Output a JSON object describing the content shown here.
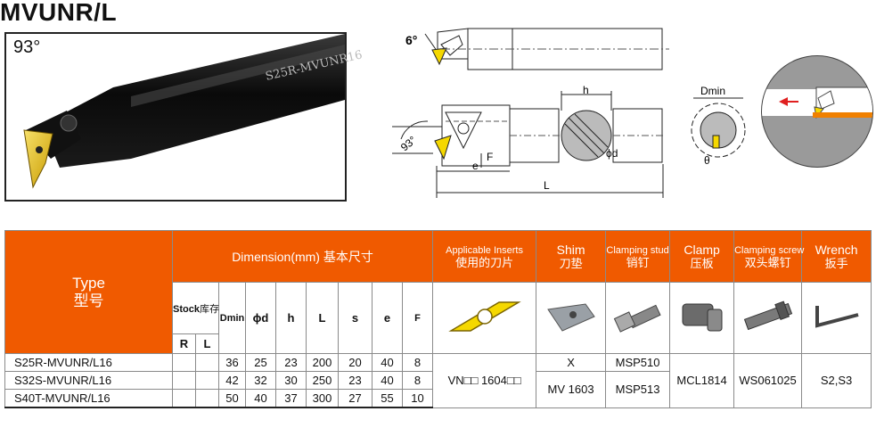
{
  "title": "MVUNR/L",
  "photo": {
    "angle_label": "93°",
    "tool_marking": "S25R-MVUNR16"
  },
  "drawing_main": {
    "angle_label": "6°"
  },
  "drawing_section": {
    "angle_label": "93°",
    "labels": {
      "h": "h",
      "F": "F",
      "e": "e",
      "L": "L",
      "d": "ϕd"
    }
  },
  "drawing_end": {
    "label_dmin": "Dmin",
    "label_theta": "θ"
  },
  "table": {
    "header": {
      "type_en": "Type",
      "type_cn": "型号",
      "dimension": "Dimension(mm) 基本尺寸",
      "stock": "Stock",
      "stock_cn": "库存",
      "r": "R",
      "l": "L",
      "dmin": "Dmin",
      "phid": "ϕd",
      "h": "h",
      "L": "L",
      "s": "s",
      "e": "e",
      "F": "F",
      "inserts_en": "Applicable Inserts",
      "inserts_cn": "使用的刀片",
      "shim_en": "Shim",
      "shim_cn": "刀垫",
      "stud_en": "Clamping stud",
      "stud_cn": "销钉",
      "clamp_en": "Clamp",
      "clamp_cn": "压板",
      "screw_en": "Clamping screw",
      "screw_cn": "双头螺钉",
      "wrench_en": "Wrench",
      "wrench_cn": "扳手"
    },
    "rows": [
      {
        "type": "S25R-MVUNR/L16",
        "dmin": "36",
        "d": "25",
        "h": "23",
        "L": "200",
        "s": "20",
        "e": "40",
        "F": "8"
      },
      {
        "type": "S32S-MVUNR/L16",
        "dmin": "42",
        "d": "32",
        "h": "30",
        "L": "250",
        "s": "23",
        "e": "40",
        "F": "8"
      },
      {
        "type": "S40T-MVUNR/L16",
        "dmin": "50",
        "d": "40",
        "h": "37",
        "L": "300",
        "s": "27",
        "e": "55",
        "F": "10"
      }
    ],
    "merged": {
      "insert": "VN□□ 1604□□",
      "shim_row1": "X",
      "shim_rows23": "MV 1603",
      "stud_row1": "MSP510",
      "stud_rows23": "MSP513",
      "clamp": "MCL1814",
      "screw": "WS061025",
      "wrench": "S2,S3"
    }
  },
  "colors": {
    "header_orange": "#f05a00",
    "insert_yellow": "#f5d800",
    "arrow_red": "#e02020"
  }
}
